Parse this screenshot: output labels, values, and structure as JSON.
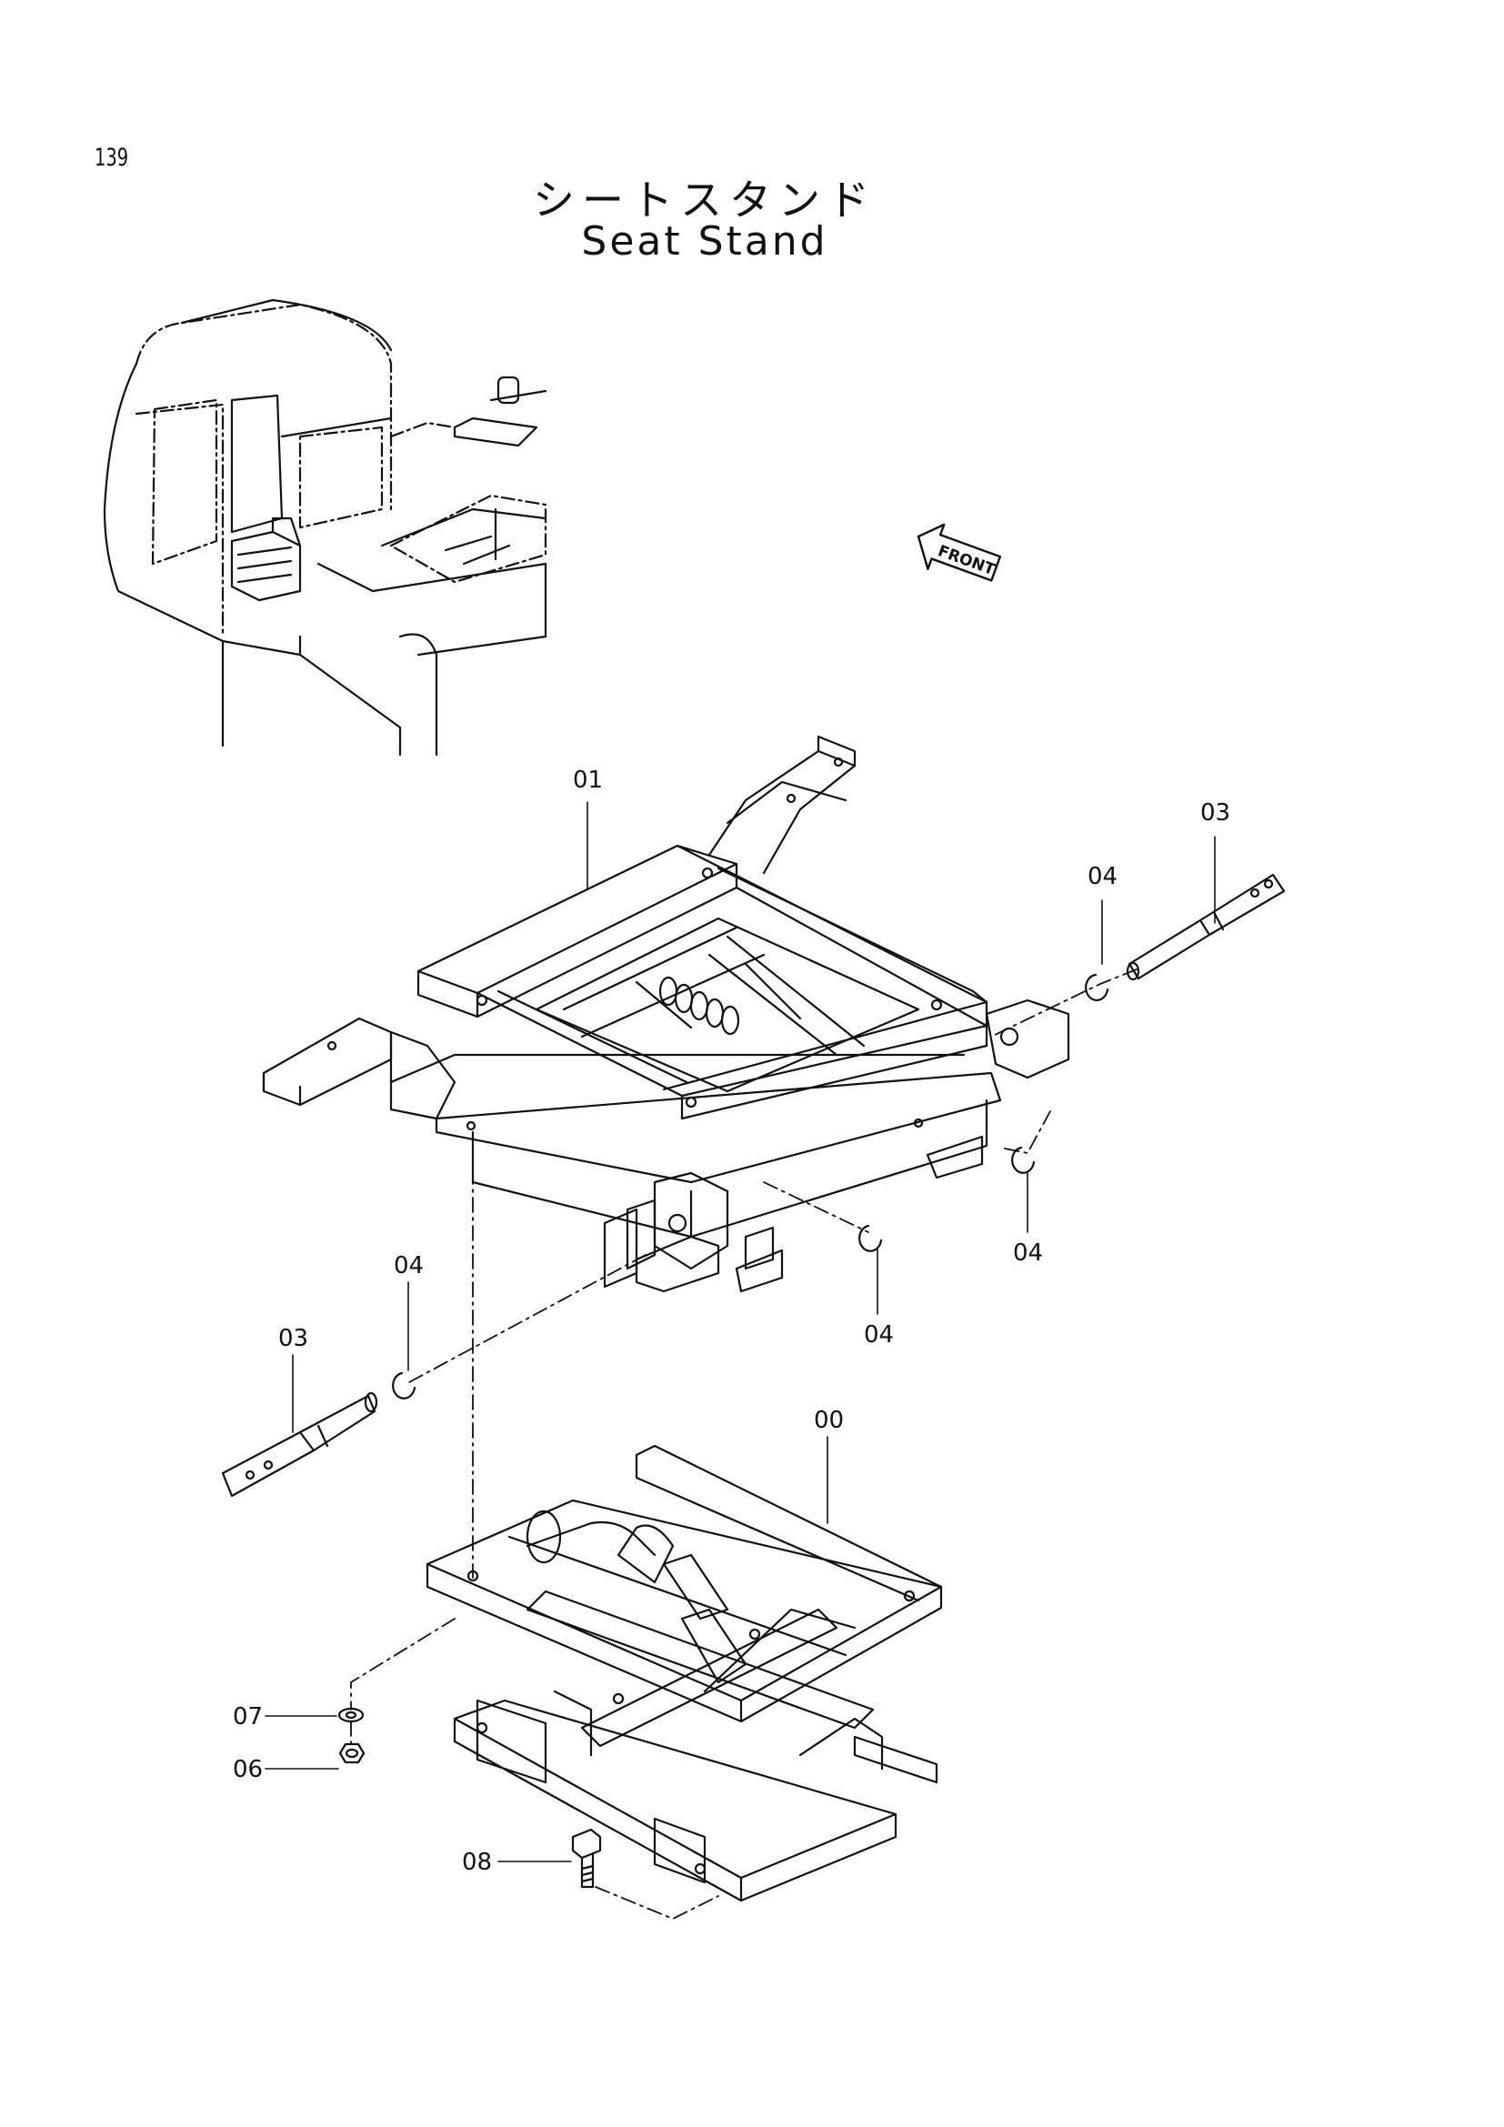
{
  "page_number": "139",
  "title_japanese": "シートスタンド",
  "title_english": "Seat Stand",
  "front_arrow_label": "FRONT",
  "callouts": {
    "c01": "01",
    "c03_right": "03",
    "c04_top": "04",
    "c04_right": "04",
    "c04_middle": "04",
    "c04_left": "04",
    "c03_left": "03",
    "c00": "00",
    "c07": "07",
    "c06": "06",
    "c08": "08"
  }
}
